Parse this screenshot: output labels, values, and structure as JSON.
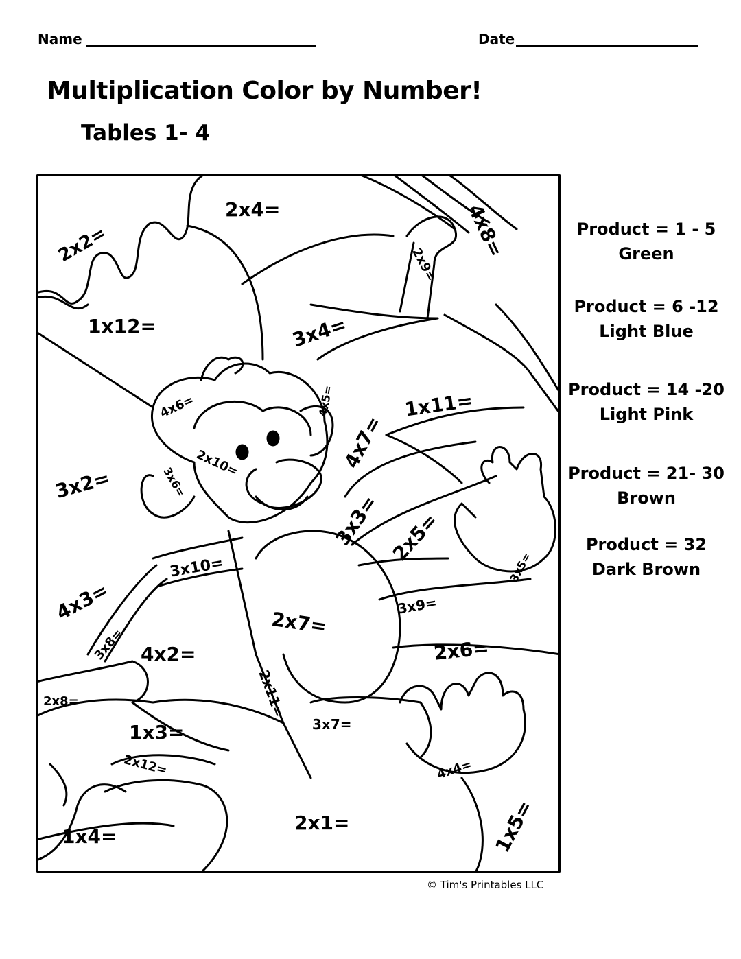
{
  "header": {
    "name_label": "Name",
    "date_label": "Date"
  },
  "title": "Multiplication Color by Number!",
  "subtitle": "Tables 1- 4",
  "problems": {
    "p2x2": "2x2=",
    "p2x4": "2x4=",
    "p4x8": "4x8=",
    "p2x9": "2x9=",
    "p1x12": "1x12=",
    "p3x4": "3x4=",
    "p4x6": "4x6=",
    "p1x11": "1x11=",
    "p4x5": "4x5=",
    "p4x7": "4x7=",
    "p2x10": "2x10=",
    "p3x2": "3x2=",
    "p3x6": "3x6=",
    "p3x3": "3x3=",
    "p2x5": "2x5=",
    "p3x10": "3x10=",
    "p4x3": "4x3=",
    "p3x5": "3x5=",
    "p3x9": "3x9=",
    "p2x7": "2x7=",
    "p3x8": "3x8=",
    "p4x2": "4x2=",
    "p2x6": "2x6=",
    "p2x8": "2x8=",
    "p2x11": "2x11=",
    "p3x7": "3x7=",
    "p1x3": "1x3=",
    "p2x12": "2x12=",
    "p4x4": "4x4=",
    "p1x5": "1x5=",
    "p1x4": "1x4=",
    "p2x1": "2x1="
  },
  "key": [
    {
      "range": "Product = 1 - 5",
      "color": "Green"
    },
    {
      "range": "Product = 6 -12",
      "color": "Light Blue"
    },
    {
      "range": "Product = 14 -20",
      "color": "Light Pink"
    },
    {
      "range": "Product = 21- 30",
      "color": "Brown"
    },
    {
      "range": "Product = 32",
      "color": "Dark Brown"
    }
  ],
  "copyright": "© Tim's Printables LLC"
}
